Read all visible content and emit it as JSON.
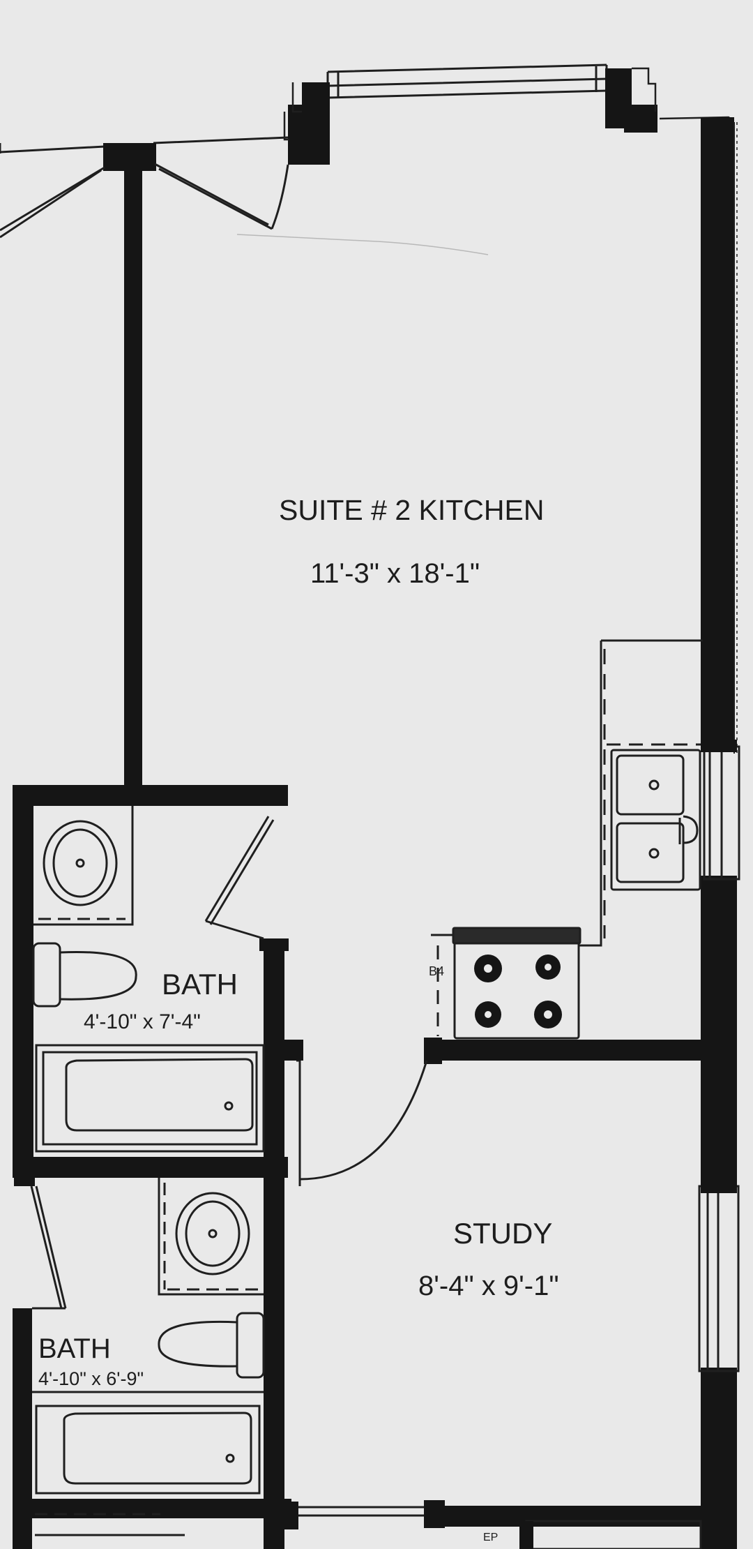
{
  "rooms": {
    "kitchen": {
      "name": "SUITE # 2 KITCHEN",
      "dims": "11'-3\" x 18'-1\""
    },
    "bath_upper": {
      "name": "BATH",
      "dims": "4'-10\" x 7'-4\""
    },
    "study": {
      "name": "STUDY",
      "dims": "8'-4\" x 9'-1\""
    },
    "bath_lower": {
      "name": "BATH",
      "dims": "4'-10\" x 6'-9\""
    }
  },
  "tags": {
    "range_tag": "B4",
    "panel_tag": "EP"
  },
  "colors": {
    "paper": "#e9e9e9",
    "wall": "#151515",
    "line": "#1f1f1f"
  }
}
